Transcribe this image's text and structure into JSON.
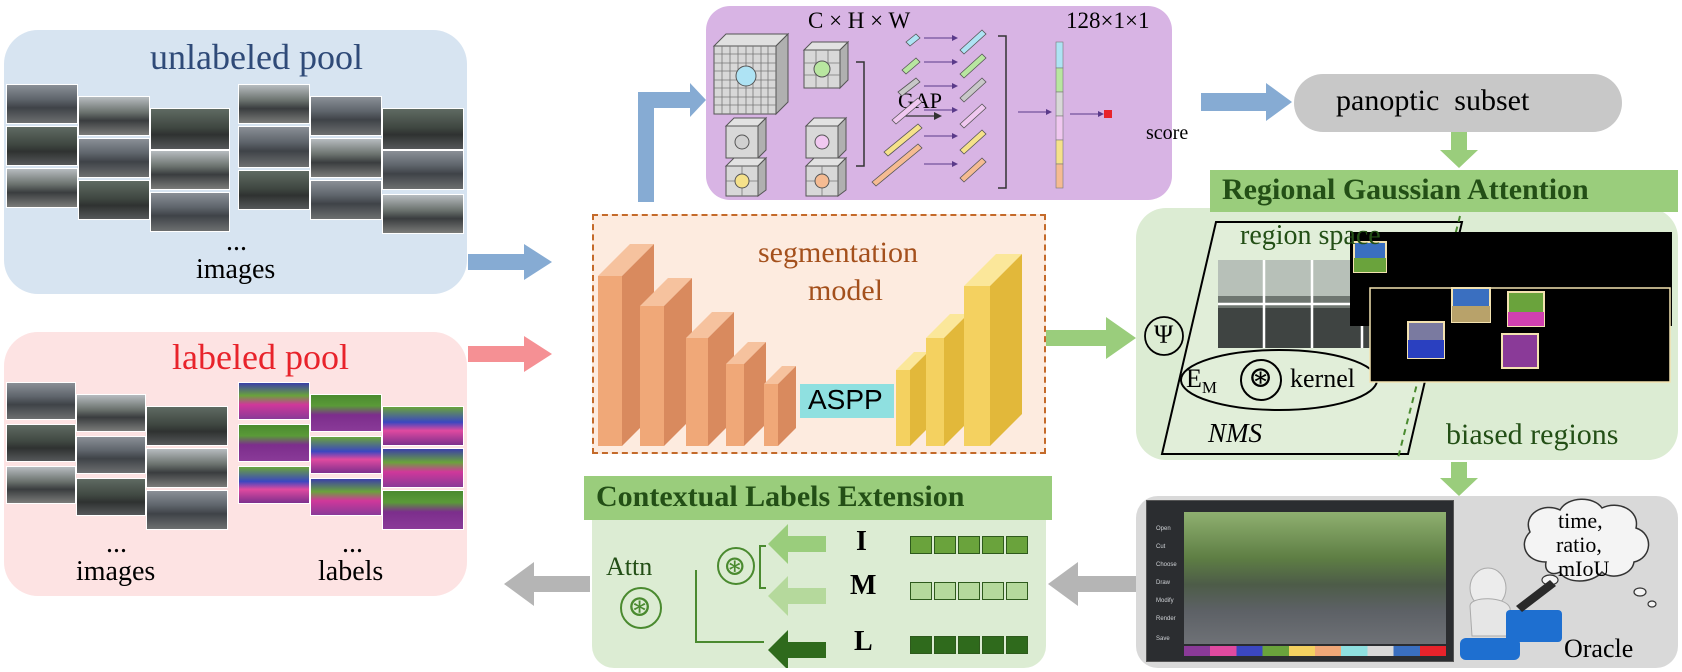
{
  "unlabeled_pool": {
    "title": "unlabeled pool",
    "ellipsis": "...",
    "caption": "images"
  },
  "labeled_pool": {
    "title": "labeled pool",
    "images_ellipsis": "...",
    "images_caption": "images",
    "labels_ellipsis": "...",
    "labels_caption": "labels"
  },
  "scoring": {
    "feature_dims": "C × H × W",
    "gap_label": "GAP",
    "vector_dims": "128×1×1",
    "score_label": "score"
  },
  "segmentation": {
    "line1": "segmentation",
    "line2": "model",
    "aspp_label": "ASPP"
  },
  "panoptic_subset": "panoptic  subset",
  "rga": {
    "title": "Regional Gaussian Attention",
    "region_space": "region space",
    "psi": "Ψ",
    "em_base": "E",
    "em_sub": "M",
    "conv_symbol": "⊛",
    "kernel": "kernel",
    "nms": "NMS",
    "biased_regions": "biased regions"
  },
  "cle": {
    "title": "Contextual Labels Extension",
    "attn": "Attn",
    "conv_symbol": "⊛",
    "rows": [
      {
        "label": "I"
      },
      {
        "label": "M"
      },
      {
        "label": "L"
      }
    ]
  },
  "oracle": {
    "thought": [
      "time,",
      "ratio,",
      "mIoU"
    ],
    "label": "Oracle",
    "sidebar": [
      "Open",
      "Cut",
      "Choose",
      "Draw",
      "Modify",
      "Render",
      "Save"
    ]
  },
  "colors": {
    "blue_panel": "#d7e4f1",
    "pink_panel": "#fde3e3",
    "purple_panel": "#d8b4e4",
    "peach_panel": "#fdebdf",
    "green_panel": "#dcecd3",
    "green_header": "#9acd7c",
    "grey_pill": "#c8c8c8",
    "blue_text": "#2f4a78",
    "red_text": "#e8232b",
    "brown_text": "#a4501c",
    "dark_green_text": "#234f16"
  }
}
